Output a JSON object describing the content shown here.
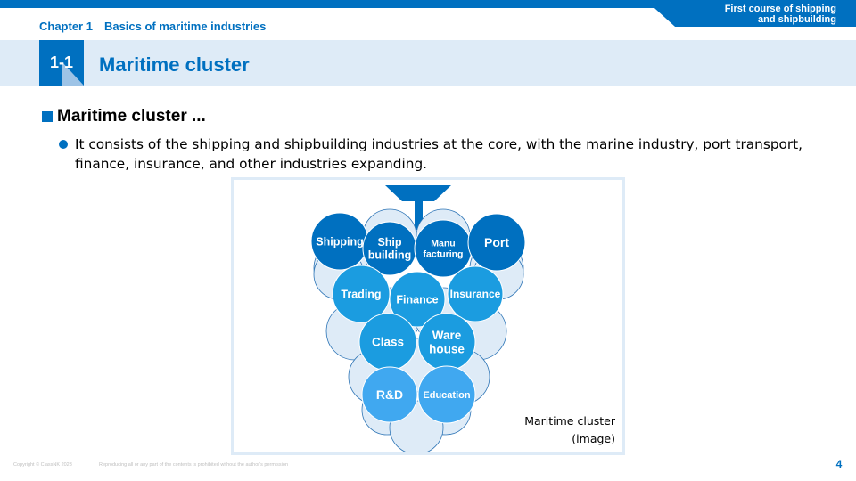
{
  "header": {
    "course_title_line1": "First course of shipping",
    "course_title_line2": "and shipbuilding",
    "chapter": "Chapter 1　Basics of maritime industries"
  },
  "section": {
    "number": "1-1",
    "title": "Maritime cluster"
  },
  "content": {
    "heading": "Maritime cluster ...",
    "bullet": "It consists of the shipping and shipbuilding industries at the core, with the marine industry, port transport, finance, insurance, and other industries expanding."
  },
  "diagram": {
    "nodes": [
      {
        "id": "shipping",
        "lines": [
          "Shipping"
        ]
      },
      {
        "id": "shipbuilding",
        "lines": [
          "Ship",
          "building"
        ]
      },
      {
        "id": "manufacturing",
        "lines": [
          "Manu",
          "facturing"
        ]
      },
      {
        "id": "port",
        "lines": [
          "Port"
        ]
      },
      {
        "id": "trading",
        "lines": [
          "Trading"
        ]
      },
      {
        "id": "finance",
        "lines": [
          "Finance"
        ]
      },
      {
        "id": "insurance",
        "lines": [
          "Insurance"
        ]
      },
      {
        "id": "class",
        "lines": [
          "Class"
        ]
      },
      {
        "id": "warehouse",
        "lines": [
          "Ware",
          "house"
        ]
      },
      {
        "id": "rnd",
        "lines": [
          "R&D"
        ]
      },
      {
        "id": "education",
        "lines": [
          "Education"
        ]
      }
    ],
    "caption_line1": "Maritime cluster",
    "caption_line2": "(image)",
    "colors": {
      "dark": "#0070c0",
      "mid": "#1b9ce0",
      "light": "#40a8f0",
      "pale": "#deebf7",
      "outline": "#2e75b6"
    }
  },
  "footer": {
    "copyright": "Copyright © ClassNK 2023",
    "notice": "Reproducing all or any part of the contents is prohibited without the author's permission",
    "page": "4"
  }
}
